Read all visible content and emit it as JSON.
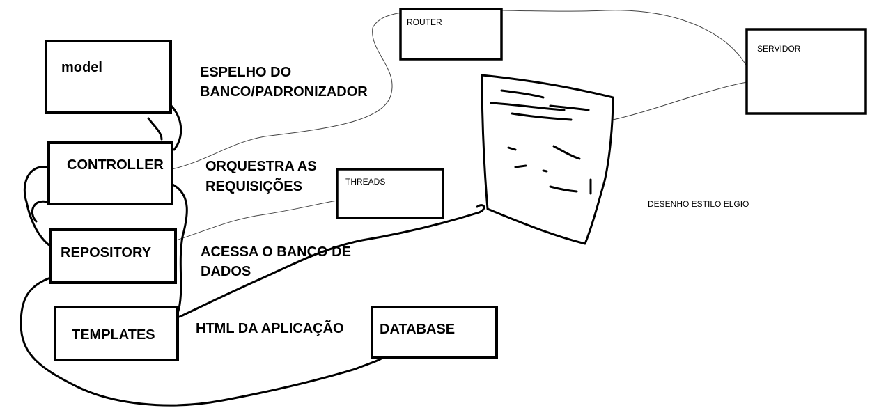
{
  "boxes": {
    "model": "model",
    "controller": "CONTROLLER",
    "repository": "REPOSITORY",
    "templates": "TEMPLATES",
    "database": "DATABASE",
    "router": "ROUTER",
    "threads": "THREADS",
    "servidor": "SERVIDOR"
  },
  "notes": {
    "model_line1": "ESPELHO DO",
    "model_line2": "BANCO/PADRONIZADOR",
    "controller_line1": "ORQUESTRA AS",
    "controller_line2": "REQUISIÇÕES",
    "repository_line1": "ACESSA O BANCO DE",
    "repository_line2": "DADOS",
    "templates_line1": "HTML DA APLICAÇÃO",
    "sketch_caption": "DESENHO ESTILO ELGIO"
  }
}
